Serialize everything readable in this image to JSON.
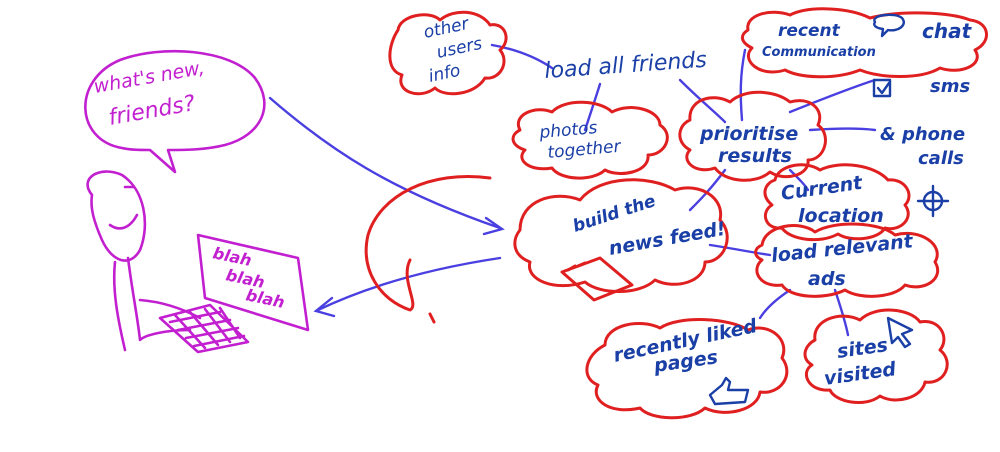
{
  "person": {
    "speech": [
      "what's new,",
      "friends?"
    ],
    "screen": [
      "blah",
      "blah",
      "blah"
    ]
  },
  "nodes": {
    "other_users_info": [
      "other",
      "users",
      "info"
    ],
    "load_all_friends": "load all friends",
    "recent_communication": [
      "recent",
      "Communication"
    ],
    "chat": "chat",
    "sms": "sms",
    "phone_calls": [
      "& phone",
      "calls"
    ],
    "photos_together": [
      "photos",
      "together"
    ],
    "prioritise_results": [
      "prioritise",
      "results"
    ],
    "current_location": [
      "Current",
      "location"
    ],
    "build_news_feed": [
      "build the",
      "news feed!"
    ],
    "load_relevant_ads": [
      "load relevant",
      "ads"
    ],
    "recently_liked_pages": [
      "recently liked",
      "pages"
    ],
    "sites_visited": [
      "sites",
      "visited"
    ]
  },
  "colors": {
    "pen_blue": "#1a3fa6",
    "pen_magenta": "#c21fd0",
    "pen_red": "#e02020",
    "pen_violet": "#4a3fe0"
  }
}
